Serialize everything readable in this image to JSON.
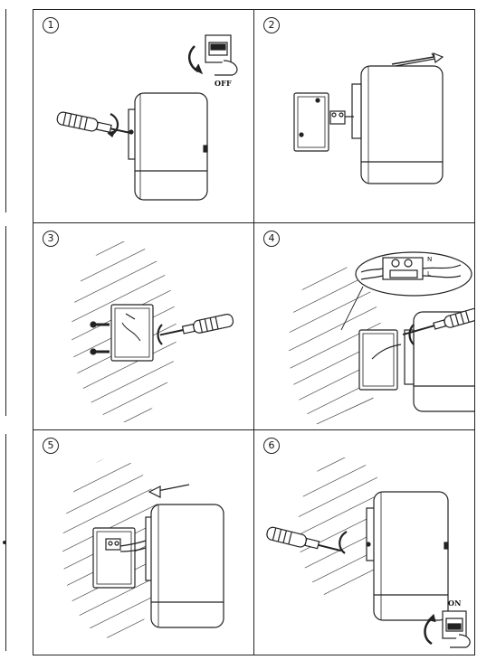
{
  "steps": [
    {
      "number": "1",
      "switch_label": "OFF"
    },
    {
      "number": "2"
    },
    {
      "number": "3"
    },
    {
      "number": "4",
      "neutral_label": "N",
      "live_label": "L"
    },
    {
      "number": "5"
    },
    {
      "number": "6",
      "switch_label": "ON"
    }
  ],
  "colors": {
    "line": "#222222",
    "hatch": "#444444",
    "background": "#ffffff"
  }
}
